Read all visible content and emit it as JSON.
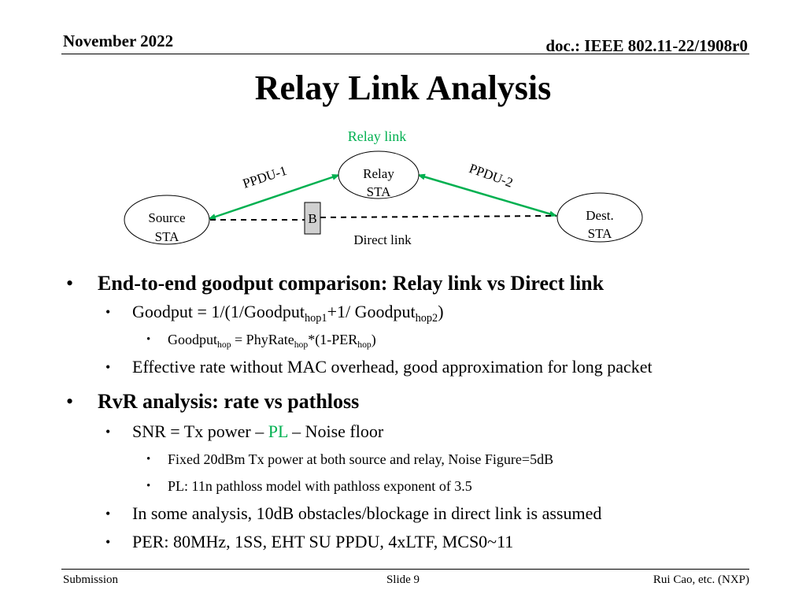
{
  "header": {
    "date": "November 2022",
    "doc": "doc.: IEEE 802.11-22/1908r0"
  },
  "title": "Relay Link Analysis",
  "diagram": {
    "relay_link_label": "Relay link",
    "relay_label_line1": "Relay",
    "relay_label_line2": "STA",
    "source_label_line1": "Source",
    "source_label_line2": "STA",
    "dest_label_line1": "Dest.",
    "dest_label_line2": "STA",
    "blockage_label": "B",
    "direct_link_label": "Direct link",
    "ppdu1_label": "PPDU-1",
    "ppdu2_label": "PPDU-2",
    "relay_link_color": "#00b050"
  },
  "bullets": {
    "b1": "End-to-end goodput comparison: Relay link vs Direct link",
    "b1_1": {
      "p1": "Goodput = 1/(1/Goodput",
      "s1": "hop1",
      "p2": "+1/ Goodput",
      "s2": "hop2",
      "p3": ")"
    },
    "b1_1_1": {
      "p1": "Goodput",
      "s1": "hop",
      "p2": " = PhyRate",
      "s2": "hop",
      "p3": "*(1-PER",
      "s3": "hop",
      "p4": ")"
    },
    "b1_2": "Effective rate without MAC overhead, good approximation for long packet",
    "b2": "RvR analysis: rate vs pathloss",
    "b2_1": {
      "p1": "SNR = Tx power – ",
      "pl": "PL",
      "p2": " – Noise floor"
    },
    "b2_1_1": "Fixed 20dBm Tx power at both source and relay, Noise Figure=5dB",
    "b2_1_2": "PL: 11n pathloss model with pathloss exponent of 3.5",
    "b2_2": "In some analysis, 10dB obstacles/blockage in direct link is assumed",
    "b2_3": "PER: 80MHz, 1SS, EHT SU PPDU, 4xLTF, MCS0~11"
  },
  "footer": {
    "left": "Submission",
    "center": "Slide 9",
    "right": "Rui Cao, etc. (NXP)"
  }
}
